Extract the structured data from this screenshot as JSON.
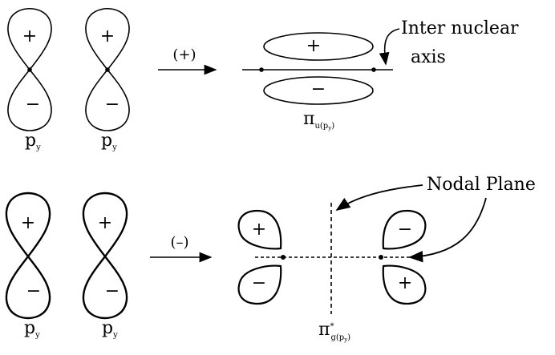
{
  "top_row": {
    "orbital_labels": {
      "main": "p",
      "sub": "y"
    },
    "lobe_signs": {
      "upper": "+",
      "lower": "−"
    },
    "operation": "(+)",
    "bonding_signs": {
      "upper": "+",
      "lower": "−"
    },
    "annotation_line1": "Inter nuclear",
    "annotation_line2": "axis",
    "mo_symbol": "π",
    "mo_subscript": "u(p",
    "mo_subscript_sub": "y",
    "mo_subscript_close": ")"
  },
  "bottom_row": {
    "orbital_labels": {
      "main": "p",
      "sub": "y"
    },
    "lobe_signs": {
      "upper": "+",
      "lower": "−"
    },
    "operation": "(–)",
    "left_signs": {
      "upper": "+",
      "lower": "−"
    },
    "right_signs": {
      "upper": "−",
      "lower": "+"
    },
    "annotation": "Nodal Plane",
    "mo_symbol": "π",
    "mo_star": "*",
    "mo_subscript": "g(p",
    "mo_subscript_sub": "y",
    "mo_subscript_close": ")"
  },
  "colors": {
    "ink": "#000000",
    "background": "#ffffff"
  }
}
